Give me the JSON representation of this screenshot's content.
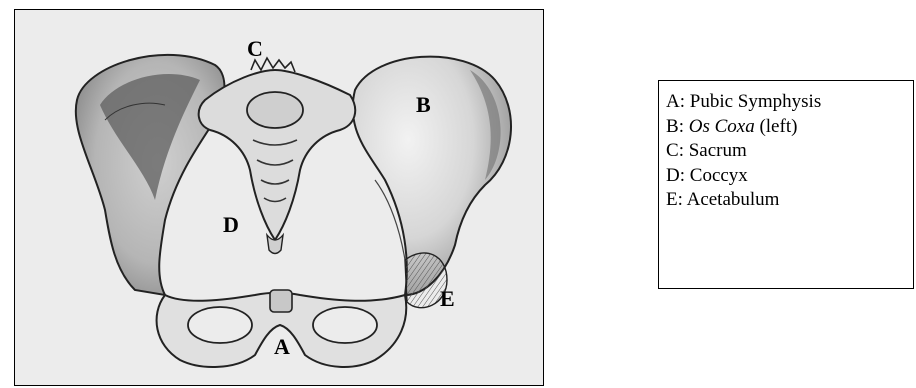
{
  "figure": {
    "title": "",
    "markers": [
      {
        "id": "A",
        "label": "A"
      },
      {
        "id": "B",
        "label": "B"
      },
      {
        "id": "C",
        "label": "C"
      },
      {
        "id": "D",
        "label": "D"
      },
      {
        "id": "E",
        "label": "E"
      }
    ]
  },
  "legend": {
    "items": [
      {
        "key": "A",
        "sep": ":",
        "text": "Pubic Symphysis",
        "italic": "",
        "suffix": ""
      },
      {
        "key": "B",
        "sep": ":",
        "text": "",
        "italic": "Os Coxa",
        "suffix": "(left)"
      },
      {
        "key": "C",
        "sep": ":",
        "text": "Sacrum",
        "italic": "",
        "suffix": ""
      },
      {
        "key": "D",
        "sep": ":",
        "text": "Coccyx",
        "italic": "",
        "suffix": ""
      },
      {
        "key": "E",
        "sep": ":",
        "text": "Acetabulum",
        "italic": "",
        "suffix": ""
      }
    ]
  },
  "colors": {
    "bone_fill": "#e9e9e9",
    "bone_shade": "#9a9a9a",
    "bone_dark": "#3a3a3a",
    "frame_bg": "#ececec",
    "ink": "#000000"
  }
}
